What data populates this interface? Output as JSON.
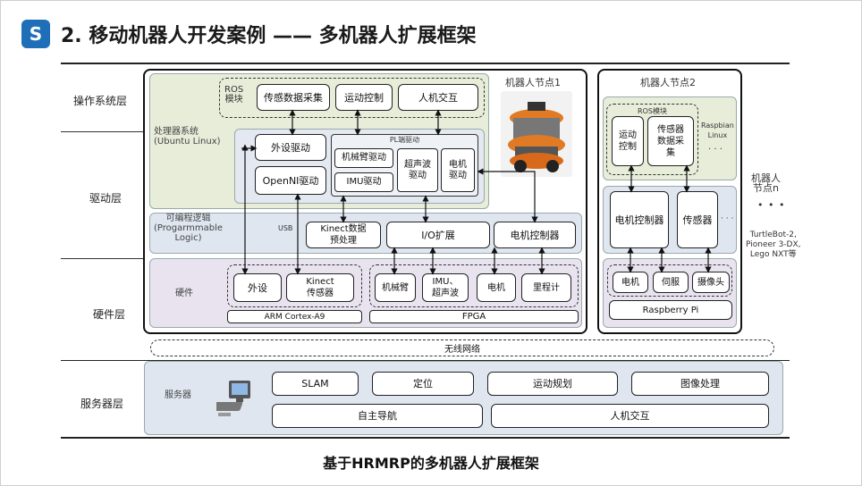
{
  "header": {
    "logo_glyph": "S",
    "title": "2. 移动机器人开发案例 —— 多机器人扩展框架"
  },
  "layers": {
    "os": "操作系统层",
    "driver": "驱动层",
    "hardware": "硬件层",
    "server": "服务器层"
  },
  "node1": {
    "title": "机器人节点1",
    "ros_label": "ROS\n模块",
    "ros_items": [
      "传感数据采集",
      "运动控制",
      "人机交互"
    ],
    "processor_label": "处理器系统\n(Ubuntu Linux)",
    "peripheral_driver": "外设驱动",
    "openni_driver": "OpenNI驱动",
    "pl_driver_title": "PL端驱动",
    "pl_drivers": [
      "机械臂驱动",
      "IMU驱动",
      "超声波\n驱动",
      "电机\n驱动"
    ],
    "pl_logic_label": "可编程逻辑\n(Progarmmable\nLogic)",
    "usb_label": "USB",
    "pl_modules": [
      "Kinect数据\n预处理",
      "I/O扩展",
      "电机控制器"
    ],
    "hardware_label": "硬件",
    "arm_items": [
      "外设",
      "Kinect\n传感器"
    ],
    "arm_label": "ARM Cortex-A9",
    "fpga_items": [
      "机械臂",
      "IMU、\n超声波",
      "电机",
      "里程计"
    ],
    "fpga_label": "FPGA"
  },
  "node2": {
    "title": "机器人节点2",
    "ros_label": "ROS模块",
    "ros_items": [
      "运动\n控制",
      "传感器\n数据采\n集"
    ],
    "os_label": "Raspbian\nLinux",
    "ellipsis": "· · ·",
    "drivers": [
      "电机控制器",
      "传感器"
    ],
    "driver_ellipsis": "· · ·",
    "hw_items": [
      "电机",
      "伺服",
      "摄像头"
    ],
    "board": "Raspberry Pi"
  },
  "node_n": {
    "title": "机器人\n节点n",
    "dots": "• • •",
    "examples": "TurtleBot-2,\nPioneer 3-DX,\nLego NXT等"
  },
  "network": "无线网络",
  "server": {
    "label": "服务器",
    "icon": "computer-icon",
    "services_row1": [
      "SLAM",
      "定位",
      "运动规划",
      "图像处理"
    ],
    "services_row2": [
      "自主导航",
      "人机交互"
    ]
  },
  "caption": "基于HRMRP的多机器人扩展框架"
}
